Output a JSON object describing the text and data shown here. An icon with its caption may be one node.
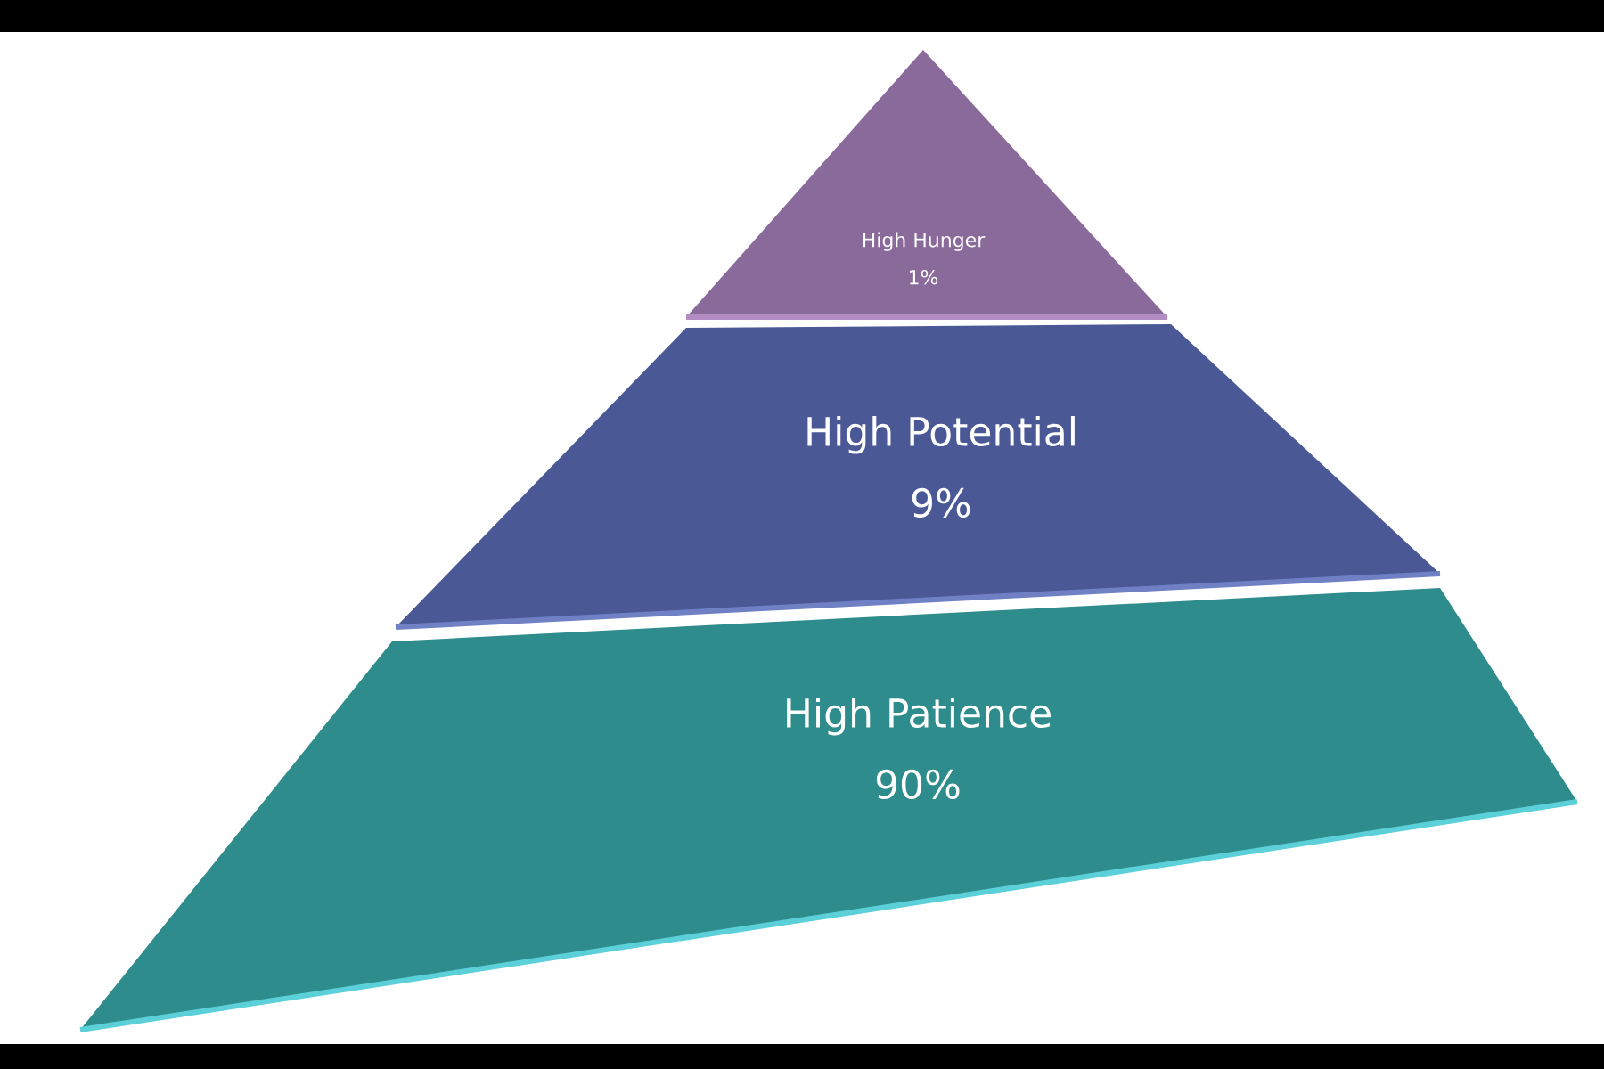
{
  "diagram": {
    "nodes": [
      {
        "text": [
          "High Hunger",
          "1%"
        ]
      },
      {
        "text": [
          "High Potential",
          "9%"
        ]
      },
      {
        "text": [
          "High Patience",
          "90%"
        ]
      }
    ]
  }
}
